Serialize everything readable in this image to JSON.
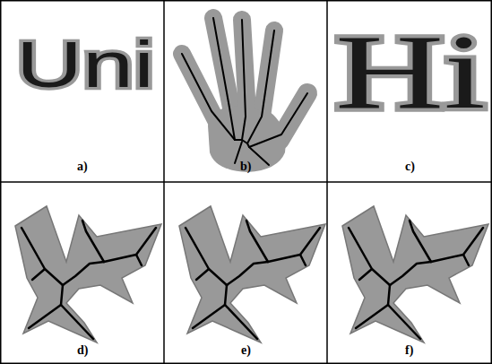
{
  "diagram": {
    "labels": [
      "Uni",
      "a)",
      "b)",
      "Hi",
      "c)",
      "d)",
      "e)",
      "f)"
    ]
  }
}
